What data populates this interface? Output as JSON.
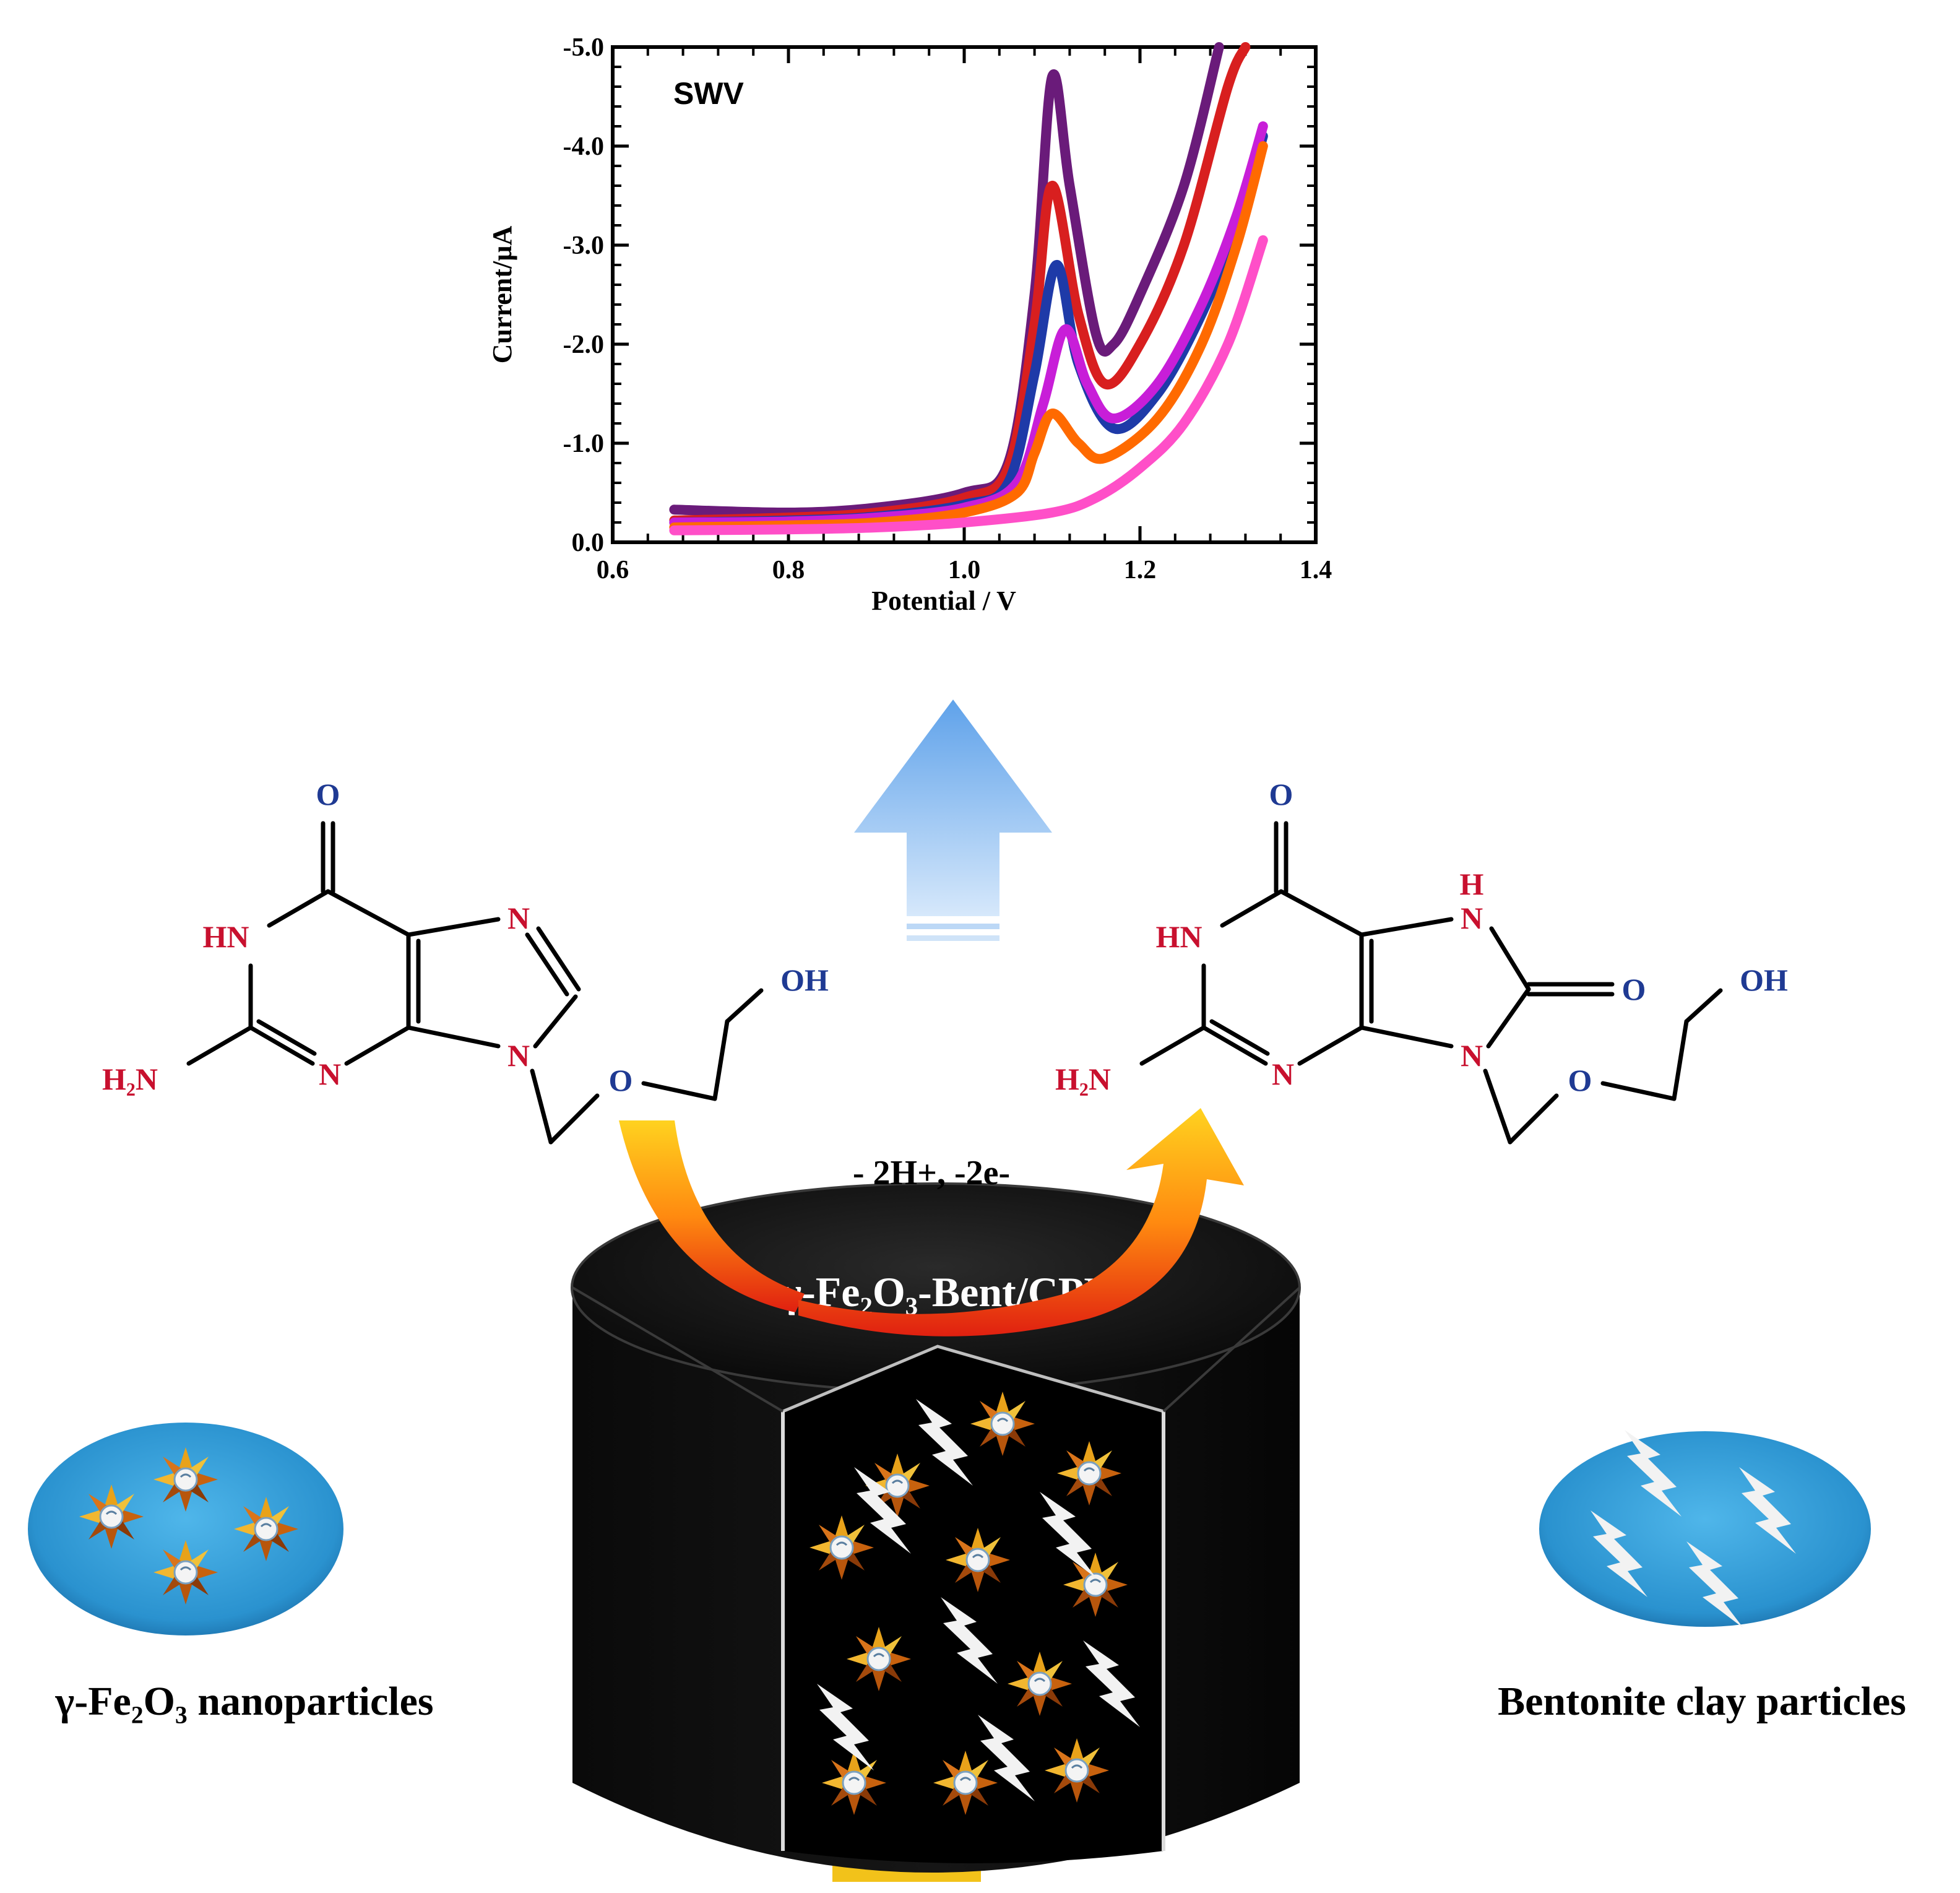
{
  "colors": {
    "background": "#ffffff",
    "red_atom": "#c8102e",
    "blue_atom": "#1f3a93",
    "black": "#000000",
    "disc_blue": "#2f9fd8",
    "arrow_blue": "#7fb6ee",
    "curve_arrow_top": "#ffd21f",
    "curve_arrow_bottom": "#e02010"
  },
  "chart_data": {
    "type": "line",
    "title": "SWV",
    "xlabel": "Potential / V",
    "ylabel": "Current/µA",
    "xlim": [
      0.6,
      1.4
    ],
    "ylim": [
      0.0,
      -5.0
    ],
    "x_ticks": [
      "0.6",
      "0.8",
      "1.0",
      "1.2",
      "1.4"
    ],
    "y_ticks": [
      "0.0",
      "-1.0",
      "-2.0",
      "-3.0",
      "-4.0",
      "-5.0"
    ],
    "grid": false,
    "series": [
      {
        "color": "#6a1b7a",
        "points": [
          [
            0.67,
            -0.33
          ],
          [
            0.8,
            -0.3
          ],
          [
            0.9,
            -0.35
          ],
          [
            1.0,
            -0.5
          ],
          [
            1.05,
            -0.8
          ],
          [
            1.08,
            -2.5
          ],
          [
            1.1,
            -4.7
          ],
          [
            1.12,
            -3.6
          ],
          [
            1.15,
            -2.1
          ],
          [
            1.17,
            -2.0
          ],
          [
            1.2,
            -2.5
          ],
          [
            1.25,
            -3.6
          ],
          [
            1.29,
            -5.0
          ]
        ]
      },
      {
        "color": "#d81f1f",
        "points": [
          [
            0.67,
            -0.22
          ],
          [
            0.8,
            -0.25
          ],
          [
            0.9,
            -0.3
          ],
          [
            1.0,
            -0.45
          ],
          [
            1.05,
            -0.75
          ],
          [
            1.08,
            -2.2
          ],
          [
            1.1,
            -3.6
          ],
          [
            1.13,
            -2.3
          ],
          [
            1.16,
            -1.6
          ],
          [
            1.2,
            -2.0
          ],
          [
            1.25,
            -3.0
          ],
          [
            1.3,
            -4.6
          ],
          [
            1.32,
            -5.0
          ]
        ]
      },
      {
        "color": "#1e3aa8",
        "points": [
          [
            0.67,
            -0.2
          ],
          [
            0.8,
            -0.22
          ],
          [
            0.9,
            -0.26
          ],
          [
            1.0,
            -0.38
          ],
          [
            1.05,
            -0.6
          ],
          [
            1.08,
            -1.7
          ],
          [
            1.105,
            -2.8
          ],
          [
            1.13,
            -1.8
          ],
          [
            1.17,
            -1.15
          ],
          [
            1.22,
            -1.5
          ],
          [
            1.27,
            -2.3
          ],
          [
            1.31,
            -3.2
          ],
          [
            1.34,
            -4.1
          ]
        ]
      },
      {
        "color": "#c81ed8",
        "points": [
          [
            0.67,
            -0.2
          ],
          [
            0.8,
            -0.21
          ],
          [
            0.9,
            -0.25
          ],
          [
            1.0,
            -0.35
          ],
          [
            1.06,
            -0.6
          ],
          [
            1.09,
            -1.4
          ],
          [
            1.115,
            -2.15
          ],
          [
            1.14,
            -1.6
          ],
          [
            1.17,
            -1.25
          ],
          [
            1.22,
            -1.6
          ],
          [
            1.27,
            -2.4
          ],
          [
            1.31,
            -3.3
          ],
          [
            1.34,
            -4.2
          ]
        ]
      },
      {
        "color": "#ff6a00",
        "points": [
          [
            0.67,
            -0.15
          ],
          [
            0.8,
            -0.17
          ],
          [
            0.9,
            -0.2
          ],
          [
            1.0,
            -0.3
          ],
          [
            1.06,
            -0.5
          ],
          [
            1.08,
            -0.9
          ],
          [
            1.1,
            -1.3
          ],
          [
            1.13,
            -1.0
          ],
          [
            1.16,
            -0.85
          ],
          [
            1.22,
            -1.25
          ],
          [
            1.27,
            -2.0
          ],
          [
            1.31,
            -3.0
          ],
          [
            1.34,
            -4.0
          ]
        ]
      },
      {
        "color": "#ff4fc8",
        "points": [
          [
            0.67,
            -0.12
          ],
          [
            0.8,
            -0.13
          ],
          [
            0.9,
            -0.15
          ],
          [
            1.0,
            -0.2
          ],
          [
            1.1,
            -0.3
          ],
          [
            1.15,
            -0.45
          ],
          [
            1.2,
            -0.75
          ],
          [
            1.25,
            -1.2
          ],
          [
            1.3,
            -2.0
          ],
          [
            1.34,
            -3.05
          ]
        ]
      }
    ]
  },
  "reaction": {
    "step_label": "- 2H+, -2e-",
    "electrode_label": "γ-Fe₂O₃-Bent/CPE"
  },
  "reactant": {
    "atom_O_carbonyl": "O",
    "atom_HN": "HN",
    "atom_N7": "N",
    "atom_N3": "N",
    "atom_N9": "N",
    "atom_H2N": "H₂N",
    "atom_O_ether": "O",
    "atom_OH": "OH"
  },
  "product": {
    "atom_O_carbonyl": "O",
    "atom_HN": "HN",
    "atom_H7": "H",
    "atom_N7": "N",
    "atom_O_8oxo": "O",
    "atom_N3": "N",
    "atom_N9": "N",
    "atom_H2N": "H₂N",
    "atom_O_ether": "O",
    "atom_OH": "OH"
  },
  "legend": {
    "left_label": "γ-Fe₂O₃ nanoparticles",
    "right_label": "Bentonite clay particles"
  }
}
